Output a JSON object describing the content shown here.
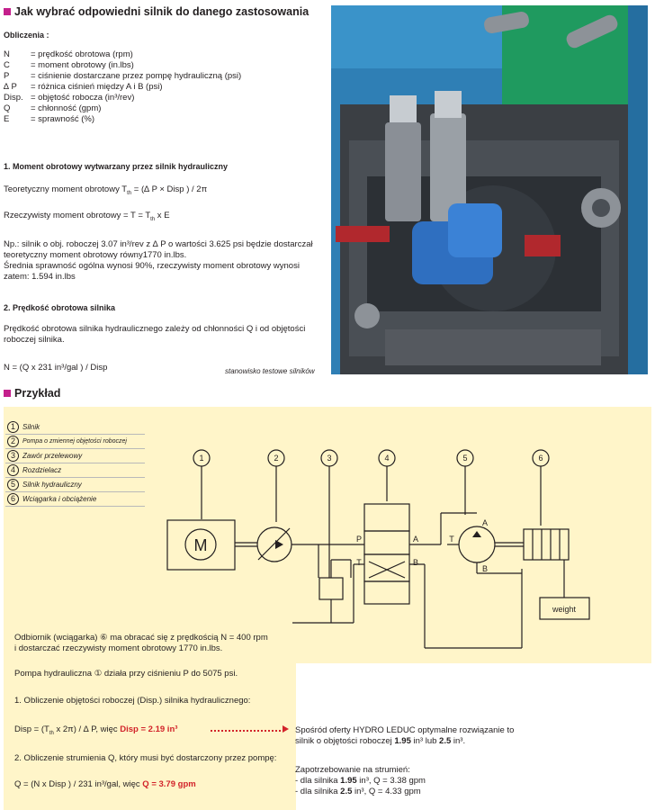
{
  "title": "Jak wybrać odpowiedni silnik do danego zastosowania",
  "obliczenia_label": "Obliczenia :",
  "definitions": [
    {
      "sym": "N",
      "desc": "= prędkość obrotowa (rpm)"
    },
    {
      "sym": "C",
      "desc": "= moment obrotowy (in.lbs)"
    },
    {
      "sym": "P",
      "desc": "= ciśnienie dostarczane przez pompę hydrauliczną (psi)"
    },
    {
      "sym": "∆ P",
      "desc": "= różnica ciśnień między A i B (psi)"
    },
    {
      "sym": "Disp.",
      "desc": "= objętość robocza (in³/rev)"
    },
    {
      "sym": "Q",
      "desc": "= chłonność (gpm)"
    },
    {
      "sym": "E",
      "desc": "= sprawność (%)"
    }
  ],
  "section1": {
    "heading": "1. Moment obrotowy wytwarzany przez silnik hydrauliczny",
    "theoretical_pre": "Teoretyczny moment obrotowy T",
    "theoretical_sub": "th",
    "theoretical_post": " = (∆ P × Disp ) / 2π",
    "real_pre": "Rzeczywisty moment obrotowy = T = T",
    "real_sub": "th",
    "real_post": " x E",
    "example_line1": "Np.: silnik o obj. roboczej 3.07 in³/rev z ∆ P o wartości 3.625 psi będzie dostarczał",
    "example_line2": "teoretyczny moment obrotowy równy1770 in.lbs.",
    "example_line3": "Średnia sprawność ogólna wynosi 90%, rzeczywisty moment obrotowy wynosi",
    "example_line4": "zatem: 1.594 in.lbs"
  },
  "section2": {
    "heading": "2. Prędkość obrotowa silnika",
    "text_line1": "Prędkość obrotowa silnika hydraulicznego zależy od chłonności Q i od objętości",
    "text_line2": "roboczej silnika.",
    "formula": "N = (Q  x 231 in³/gal  ) /  Disp"
  },
  "photo_caption": "stanowisko testowe silników",
  "przyklad": "Przykład",
  "legend": [
    {
      "num": "1",
      "label": "Silnik"
    },
    {
      "num": "2",
      "label": "Pompa o zmiennej objętości roboczej"
    },
    {
      "num": "3",
      "label": "Zawór przelewowy"
    },
    {
      "num": "4",
      "label": "Rozdzielacz"
    },
    {
      "num": "5",
      "label": "Silnik hydrauliczny"
    },
    {
      "num": "6",
      "label": "Wciągarka i obciążenie"
    }
  ],
  "diagram": {
    "motor": "M",
    "numbers": [
      "1",
      "2",
      "3",
      "4",
      "5",
      "6"
    ],
    "port_p": "P",
    "port_t": "T",
    "port_a": "A",
    "port_b": "B",
    "port_t2": "T",
    "port_a2": "A",
    "port_b2": "B",
    "weight": "weight"
  },
  "example": {
    "intro_line1": "Odbiornik (wciągarka)  ⑥ ma obracać się z prędkością N = 400 rpm",
    "intro_line2": "i dostarczać rzeczywisty moment obrotowy 1770 in.lbs.",
    "pump_line": "Pompa hydrauliczna ① działa przy ciśnieniu P do 5075 psi.",
    "step1": "1. Obliczenie objętości roboczej (Disp.) silnika hydraulicznego:",
    "disp_formula_pre": "Disp = (T",
    "disp_formula_sub": "th",
    "disp_formula_mid": " x 2π) / ∆ P, więc ",
    "disp_result": "Disp = 2.19 in³",
    "step2": "2. Obliczenie strumienia Q, który musi być dostarczony przez pompę:",
    "q_formula": "Q = (N x Disp ) / 231 in³/gal, więc ",
    "q_result": "Q = 3.79 gpm"
  },
  "offer": {
    "line1": "Spośród oferty HYDRO LEDUC optymalne rozwiązanie to",
    "line2_pre": "silnik o objętości roboczej ",
    "size1": "1.95",
    "unit1": " in³",
    "or": " lub ",
    "size2": "2.5",
    "unit2": " in³.",
    "demand_title": "Zapotrzebowanie na strumień:",
    "demand1_pre": "- dla silnika ",
    "demand1_size": "1.95",
    "demand1_post": " in³, Q = 3.38 gpm",
    "demand2_pre": "- dla silnika ",
    "demand2_size": "2.5",
    "demand2_post": " in³, Q =  4.33 gpm"
  },
  "colors": {
    "accent": "#c4208c",
    "highlight": "#d2232a",
    "yellow_bg": "#fff5c9"
  }
}
